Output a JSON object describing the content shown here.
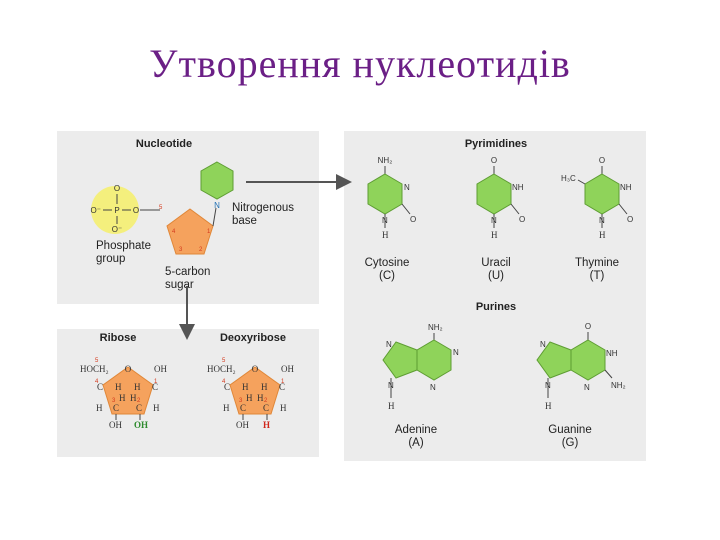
{
  "title": "Утворення нуклеотидів",
  "colors": {
    "title": "#6b1f86",
    "panel": "#ececec",
    "base_green": "#8fd35a",
    "sugar_orange": "#f5a25d",
    "phosphate_yellow": "#f4ef7d",
    "hydroxyl_green": "#2e8b2e",
    "hydrogen_red": "#d0261b"
  },
  "nucleotide": {
    "header": "Nucleotide",
    "base_label": [
      "Nitrogenous",
      "base"
    ],
    "phosphate_label": [
      "Phosphate",
      "group"
    ],
    "sugar_label": [
      "5-carbon",
      "sugar"
    ],
    "n_atom": "N",
    "phosphate_atoms": {
      "o_top": "O",
      "p": "P",
      "o_minus": "O⁻",
      "o_bottom": "O⁻",
      "o_right": "O"
    },
    "sugar_numbers": [
      "5",
      "4",
      "3",
      "2",
      "1"
    ]
  },
  "ribose": {
    "header": "Ribose",
    "hoch2": "HOCH₂",
    "oh_top": "OH",
    "o_ring": "O",
    "c": "C",
    "h": "H",
    "oh_bottom_left": "OH",
    "oh_bottom_right": "OH",
    "numbers": [
      "5",
      "4",
      "3",
      "2",
      "1"
    ]
  },
  "deoxyribose": {
    "header": "Deoxyribose",
    "hoch2": "HOCH₂",
    "oh_top": "OH",
    "o_ring": "O",
    "c": "C",
    "h": "H",
    "oh_bottom_left": "OH",
    "h_bottom_right": "H",
    "numbers": [
      "5",
      "4",
      "3",
      "2",
      "1"
    ]
  },
  "pyrimidines": {
    "header": "Pyrimidines",
    "cytosine": {
      "name": "Cytosine",
      "abbr": "(C)",
      "top": "NH₂",
      "n": "N",
      "o": "O",
      "h": "H"
    },
    "uracil": {
      "name": "Uracil",
      "abbr": "(U)",
      "top": "O",
      "nh": "NH",
      "n": "N",
      "o": "O",
      "h": "H"
    },
    "thymine": {
      "name": "Thymine",
      "abbr": "(T)",
      "top": "O",
      "methyl": "H₃C",
      "nh": "NH",
      "n": "N",
      "o": "O",
      "h": "H"
    }
  },
  "purines": {
    "header": "Purines",
    "adenine": {
      "name": "Adenine",
      "abbr": "(A)",
      "top": "NH₂",
      "n": "N",
      "h": "H"
    },
    "guanine": {
      "name": "Guanine",
      "abbr": "(G)",
      "top": "O",
      "nh": "NH",
      "nh2": "NH₂",
      "n": "N",
      "h": "H"
    }
  }
}
